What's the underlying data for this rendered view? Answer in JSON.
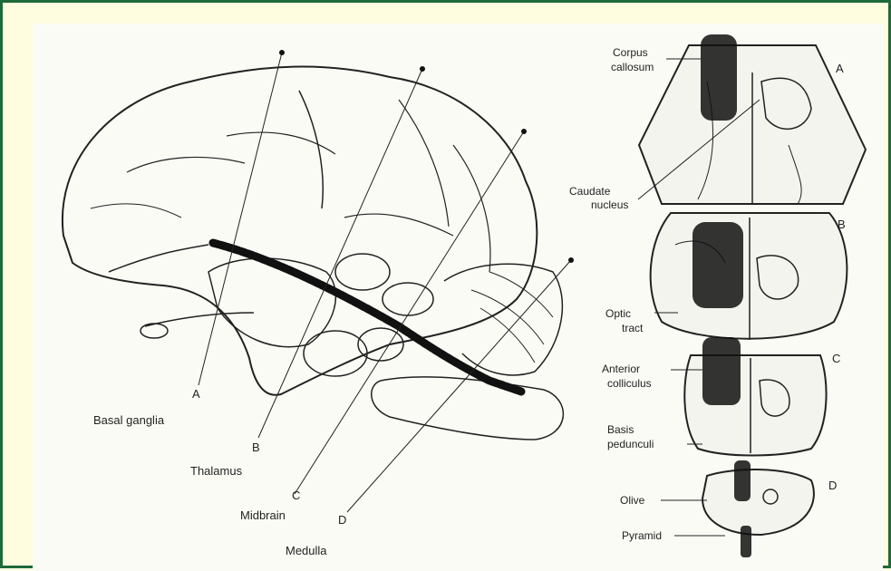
{
  "left_figure": {
    "labels": {
      "A": "A",
      "basal_ganglia": "Basal ganglia",
      "B": "B",
      "thalamus": "Thalamus",
      "C": "C",
      "midbrain": "Midbrain",
      "D": "D",
      "medulla": "Medulla"
    }
  },
  "right_figure": {
    "section_letters": {
      "A": "A",
      "B": "B",
      "C": "C",
      "D": "D"
    },
    "labels": {
      "corpus_1": "Corpus",
      "corpus_2": "callosum",
      "caudate_1": "Caudate",
      "caudate_2": "nucleus",
      "optic_1": "Optic",
      "optic_2": "tract",
      "anterior_1": "Anterior",
      "anterior_2": "colliculus",
      "basis_1": "Basis",
      "basis_2": "pedunculi",
      "olive": "Olive",
      "pyramid": "Pyramid"
    }
  },
  "colors": {
    "border": "#1e6a3a",
    "background": "#fffde0",
    "plate": "#fbfbf6",
    "ink": "#222222"
  }
}
